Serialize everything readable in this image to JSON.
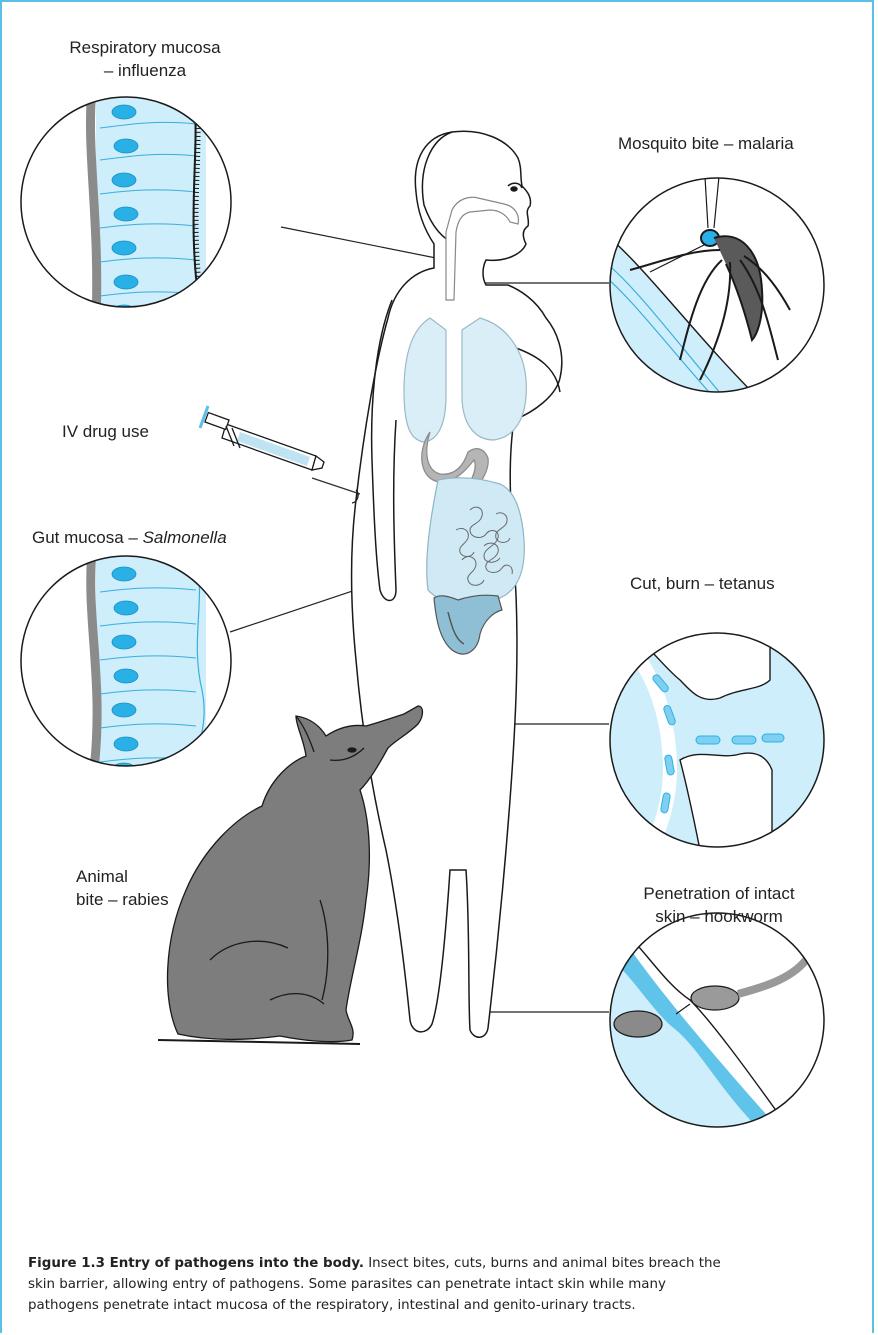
{
  "labels": {
    "respiratory_line1": "Respiratory mucosa",
    "respiratory_line2": "– influenza",
    "mosquito": "Mosquito bite – malaria",
    "iv_drug": "IV drug use",
    "gut_prefix": "Gut mucosa – ",
    "gut_pathogen": "Salmonella",
    "cut": "Cut, burn – tetanus",
    "animal_line1": "Animal",
    "animal_line2": "bite – rabies",
    "penetration_line1": "Penetration of intact",
    "penetration_line2": "skin – hookworm"
  },
  "caption": {
    "title": "Figure 1.3 Entry of pathogens into the body.",
    "text_line1": " Insect bites, cuts, burns and animal bites breach the",
    "text_line2": "skin barrier, allowing entry of pathogens. Some parasites can penetrate intact skin while many",
    "text_line3": "pathogens penetrate intact mucosa of the respiratory, intestinal and genito-urinary tracts."
  },
  "colors": {
    "frame": "#5bc0e6",
    "tissue_light": "#cdeefa",
    "tissue_mid": "#5fc3ea",
    "nucleus": "#29b0e6",
    "gray_wall": "#8b8b8b",
    "organ_gray": "#a8a8a8",
    "animal_gray": "#7b7b7b"
  }
}
